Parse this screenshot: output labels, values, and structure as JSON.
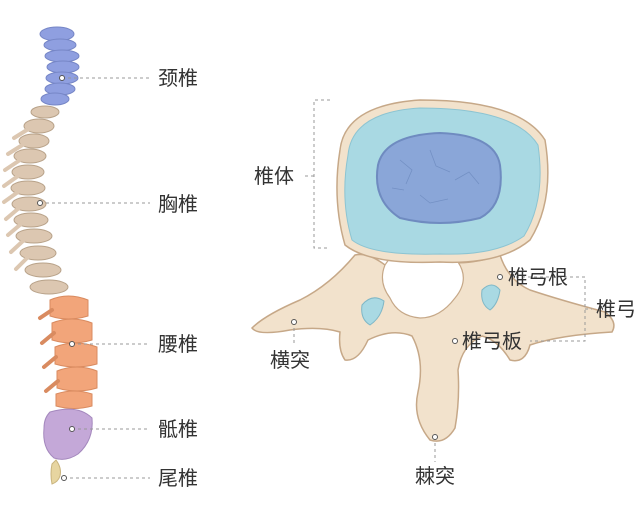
{
  "spine_labels": {
    "cervical": "颈椎",
    "thoracic": "胸椎",
    "lumbar": "腰椎",
    "sacral": "骶椎",
    "coccyx": "尾椎"
  },
  "vertebra_labels": {
    "body": "椎体",
    "pedicle": "椎弓根",
    "arch": "椎弓",
    "lamina": "椎弓板",
    "transverse": "横突",
    "spinous": "棘突"
  },
  "colors": {
    "cervical": "#8f9fe0",
    "thoracic": "#dcc7b1",
    "lumbar": "#f2a57a",
    "sacral": "#c4a8d8",
    "bone": "#f2e2cc",
    "disc": "#a9d9e3",
    "nucleus": "#8aa6d8",
    "leader": "#999999"
  }
}
